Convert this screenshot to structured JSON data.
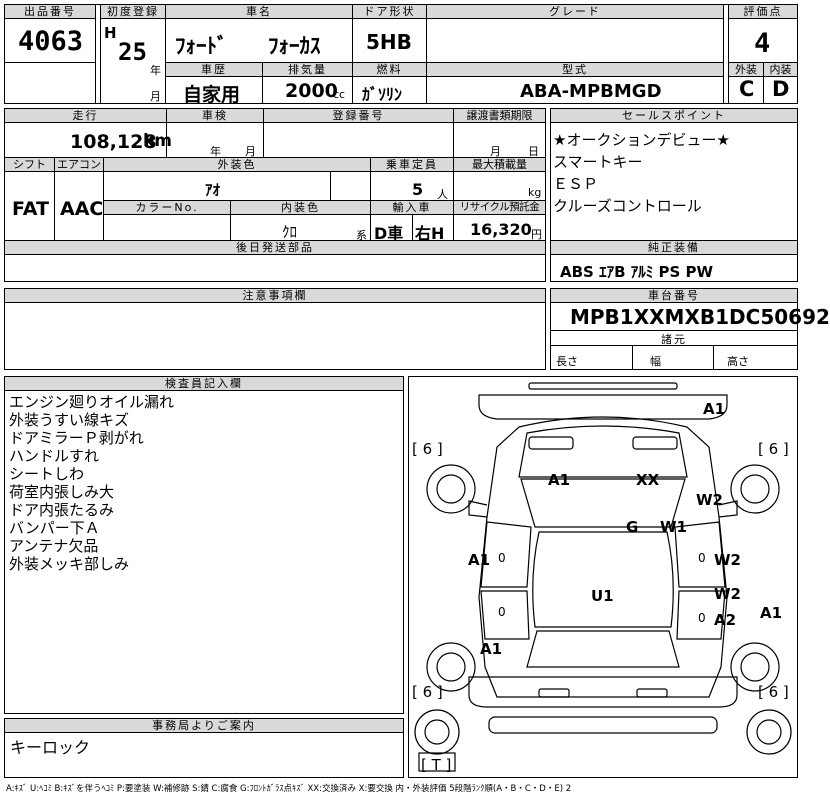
{
  "top": {
    "h_lot": "出品番号",
    "lot": "4063",
    "h_first_reg": "初度登録",
    "era": "H",
    "year": "25",
    "year_unit": "年",
    "month_unit": "月",
    "h_name": "車名",
    "maker": "ﾌｫｰﾄﾞ",
    "model": "ﾌｫｰｶｽ",
    "h_door": "ドア形状",
    "door": "5HB",
    "h_grade": "グレード",
    "grade": "",
    "h_score": "評価点",
    "score": "4",
    "h_history": "車歴",
    "history": "自家用",
    "h_disp": "排気量",
    "disp": "2000",
    "disp_unit": "cc",
    "h_fuel": "燃料",
    "fuel": "ｶﾞｿﾘﾝ",
    "h_type": "型式",
    "type": "ABA-MPBMGD",
    "h_ext": "外装",
    "ext": "C",
    "h_int": "内装",
    "int": "D"
  },
  "row2": {
    "h_mileage": "走行",
    "mileage": "108,128",
    "mileage_unit": "km",
    "h_inspect": "車検",
    "inspect_year": "年",
    "inspect_month": "月",
    "h_reg_no": "登録番号",
    "h_transfer": "譲渡書類期限",
    "transfer_month": "月",
    "transfer_day": "日",
    "h_sales": "セールスポイント",
    "sales": [
      "★オークションデビュー★",
      "スマートキー",
      "ＥＳＰ",
      "クルーズコントロール"
    ],
    "h_shift": "シフト",
    "shift": "FAT",
    "h_ac": "エアコン",
    "ac": "AAC",
    "h_color": "外装色",
    "color": "ｱｵ",
    "h_capacity": "乗車定員",
    "capacity": "5",
    "capacity_unit": "人",
    "h_load": "最大積載量",
    "load_unit": "kg",
    "h_color_no": "カラーNo.",
    "h_int_color": "内装色",
    "int_color": "ｸﾛ",
    "int_suffix": "系",
    "h_import": "輸入車",
    "import1": "D車",
    "import2": "右H",
    "h_recycle": "リサイクル預託金",
    "recycle": "16,320",
    "recycle_unit": "円",
    "h_later": "後日発送部品",
    "h_equip": "純正装備",
    "equip": "ABS ｴｱB ｱﾙﾐ PS PW"
  },
  "notes": {
    "h_caution": "注意事項欄"
  },
  "chassis": {
    "h_chassis": "車台番号",
    "chassis": "MPB1XXMXB1DC50692",
    "h_spec": "諸元",
    "length": "長さ",
    "width": "幅",
    "height": "高さ"
  },
  "inspector": {
    "h": "検査員記入欄",
    "lines": [
      "エンジン廻りオイル漏れ",
      "外装うすい線キズ",
      "ドアミラーＰ剥がれ",
      "ハンドルすれ",
      "シートしわ",
      "荷室内張しみ大",
      "ドア内張たるみ",
      "バンパー下Ａ",
      "アンテナ欠品",
      "外装メッキ部しみ"
    ]
  },
  "office": {
    "h": "事務局よりご案内",
    "text": "キーロック"
  },
  "diagram": {
    "tire_fl": "[ 6 ]",
    "tire_fr": "[ 6 ]",
    "tire_rl": "[ 6 ]",
    "tire_rr": "[ 6 ]",
    "spare": "[ T ]",
    "marks": {
      "front_bumper": "A1",
      "hood_left": "A1",
      "hood_right": "XX",
      "fender_right": "W2",
      "windshield": "G",
      "pillar_right": "W1",
      "door_left": "A1",
      "door_right": "W2",
      "roof": "U1",
      "rear_door_right": "W2",
      "rear_door_right2": "A2",
      "rear_side_right": "A1",
      "quarter_left": "A1",
      "zero_l": "0",
      "zero_r": "0",
      "zero_rl": "0",
      "zero_rr": "0"
    }
  },
  "legend": "A:ｷｽﾞ  U:ﾍｺﾐ  B:ｷｽﾞを伴うﾍｺﾐ  P:要塗装  W:補修跡  S:錆  C:腐食  G:ﾌﾛﾝﾄｶﾞﾗｽ点ｷｽﾞ  XX:交換済み  X:要交換  内・外装評価  5段階ﾗﾝｸ順(A・B・C・D・E)  2"
}
